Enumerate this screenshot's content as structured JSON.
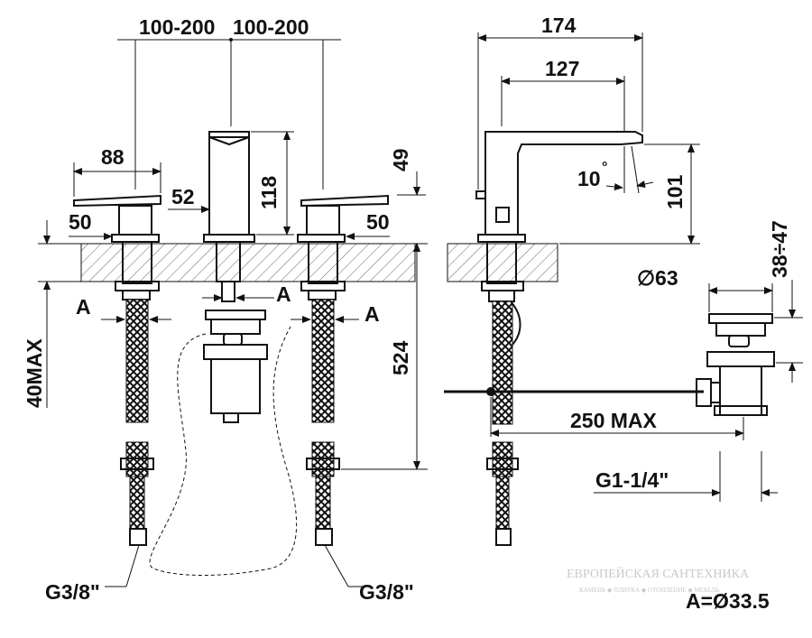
{
  "dimensions": {
    "spacing_left": "100-200",
    "spacing_right": "100-200",
    "width_174": "174",
    "width_127": "127",
    "handle_88": "88",
    "spout_height_118": "118",
    "offset_49": "49",
    "spout_52": "52",
    "base_50_left": "50",
    "base_50_right": "50",
    "angle_10": "10",
    "degree_mark": "°",
    "height_101": "101",
    "range_38_47": "38÷47",
    "diameter_63": "∅63",
    "max_40": "40MAX",
    "length_524": "524",
    "rod_250": "250 MAX",
    "thread_g114": "G1-1/4\"",
    "thread_g38_left": "G3/8\"",
    "thread_g38_right": "G3/8\"",
    "section_a_left": "A",
    "section_a_mid": "A",
    "section_a_right": "A",
    "section_a_value": "A=Ø33.5"
  },
  "watermark": {
    "line1": "ЕВРОПЕЙСКАЯ САНТЕХНИКА",
    "line2": "КАМЕНЬ ◆ ПЛИТКА ◆ ОТОПЛЕНИЕ ◆ МЕБЕЛЬ"
  },
  "colors": {
    "line": "#111111",
    "hatch": "#666666",
    "watermark": "#c9c9c9"
  }
}
